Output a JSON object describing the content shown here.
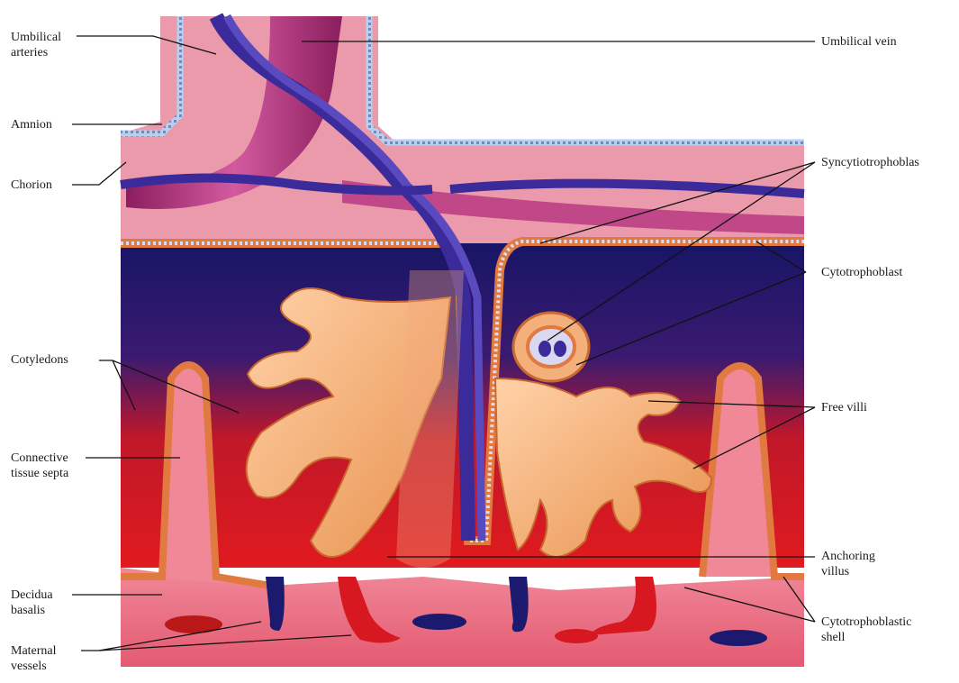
{
  "diagram": {
    "labels": {
      "umbilical_arteries": "Umbilical\narteries",
      "amnion": "Amnion",
      "chorion": "Chorion",
      "cotyledons": "Cotyledons",
      "connective_tissue_septa": "Connective\ntissue septa",
      "decidua_basalis": "Decidua\nbasalis",
      "maternal_vessels": "Maternal\nvessels",
      "umbilical_vein": "Umbilical vein",
      "syncytiotrophoblast": "Syncytiotrophoblas",
      "cytotrophoblast": "Cytotrophoblast",
      "free_villi": "Free villi",
      "anchoring_villus": "Anchoring\nvillus",
      "cytotrophoblastic_shell": "Cytotrophoblastic\nshell"
    },
    "colors": {
      "chorion_pink": "#e88aa0",
      "vein_magenta": "#b4307a",
      "artery_blue": "#3a2a9a",
      "intervillous_navy": "#1c1a6e",
      "maternal_blood_red": "#d8181e",
      "villus_orange": "#f0a060",
      "decidua_pink": "#e86a80",
      "amnion_blue": "#a8c0e8"
    }
  }
}
